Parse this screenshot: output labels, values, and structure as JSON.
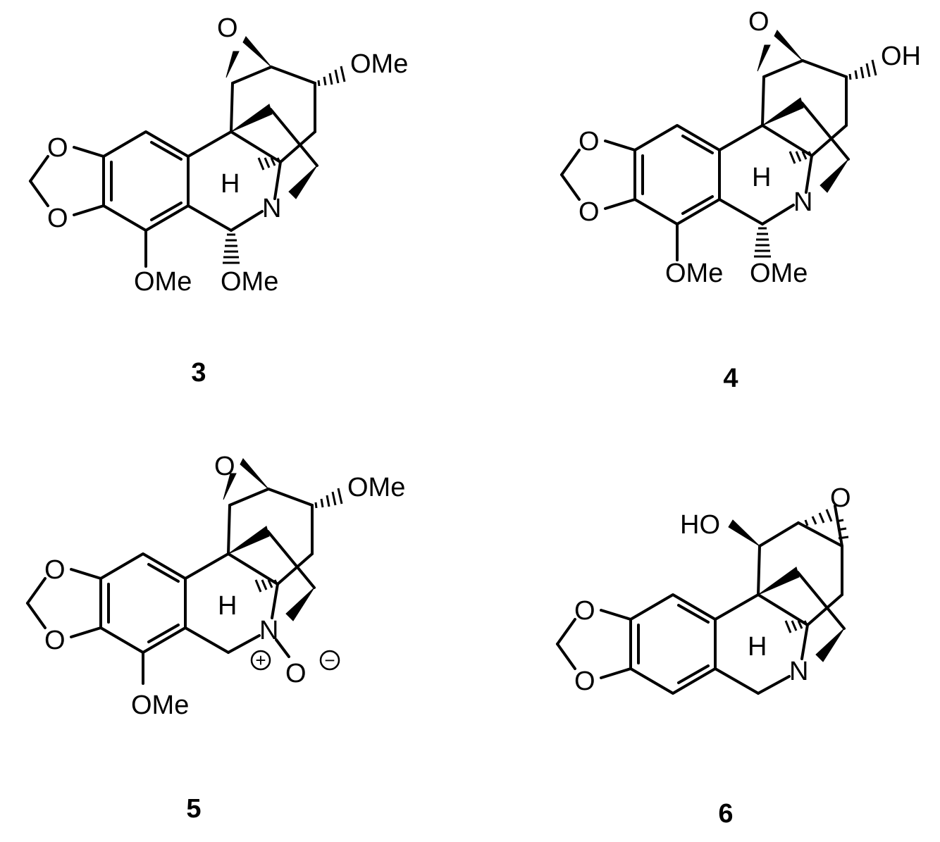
{
  "figure": {
    "compounds": [
      {
        "id": "compound-3",
        "number": "3",
        "labels": {
          "epoxide_o": "O",
          "c3_substituent": "OMe",
          "dioxole_o_top": "O",
          "dioxole_o_bottom": "O",
          "bridgehead_h": "H",
          "nitrogen": "N",
          "aryl_ome": "OMe",
          "c6_ome": "OMe"
        }
      },
      {
        "id": "compound-4",
        "number": "4",
        "labels": {
          "epoxide_o": "O",
          "c3_substituent": "OH",
          "dioxole_o_top": "O",
          "dioxole_o_bottom": "O",
          "bridgehead_h": "H",
          "nitrogen": "N",
          "aryl_ome": "OMe",
          "c6_ome": "OMe"
        }
      },
      {
        "id": "compound-5",
        "number": "5",
        "labels": {
          "epoxide_o": "O",
          "c3_substituent": "OMe",
          "dioxole_o_top": "O",
          "dioxole_o_bottom": "O",
          "bridgehead_h": "H",
          "nitrogen": "N",
          "n_oxide_o": "O",
          "aryl_ome": "OMe",
          "positive_charge": "+",
          "negative_charge": "−"
        }
      },
      {
        "id": "compound-6",
        "number": "6",
        "labels": {
          "hydroxyl": "HO",
          "epoxide_o": "O",
          "dioxole_o_top": "O",
          "dioxole_o_bottom": "O",
          "bridgehead_h": "H",
          "nitrogen": "N"
        }
      }
    ]
  }
}
